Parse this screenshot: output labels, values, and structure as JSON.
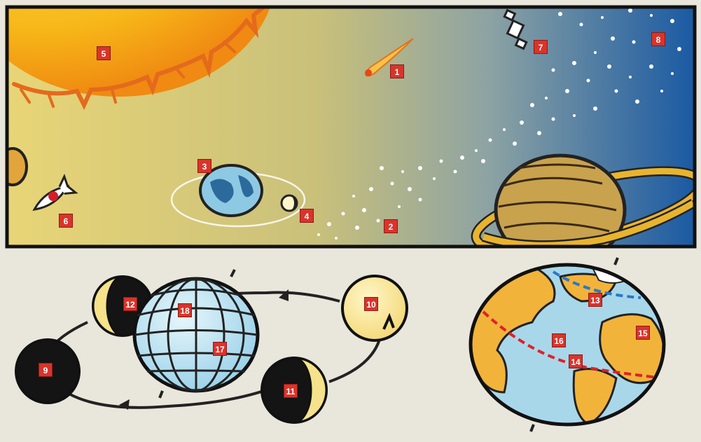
{
  "labels": {
    "l1": "1",
    "l2": "2",
    "l3": "3",
    "l4": "4",
    "l5": "5",
    "l6": "6",
    "l7": "7",
    "l8": "8",
    "l9": "9",
    "l10": "10",
    "l11": "11",
    "l12": "12",
    "l13": "13",
    "l14": "14",
    "l15": "15",
    "l16": "16",
    "l17": "17",
    "l18": "18"
  },
  "colors": {
    "sun": "#f7c21a",
    "sky_left": "#e6cf6a",
    "sky_right": "#1d5a9e",
    "earth_ocean": "#a9d7ea",
    "continent": "#f2b33a",
    "saturn": "#c9a24e",
    "label_bg": "#d9342b",
    "equator_line": "#e0202a",
    "arctic_line": "#2a78c8"
  }
}
